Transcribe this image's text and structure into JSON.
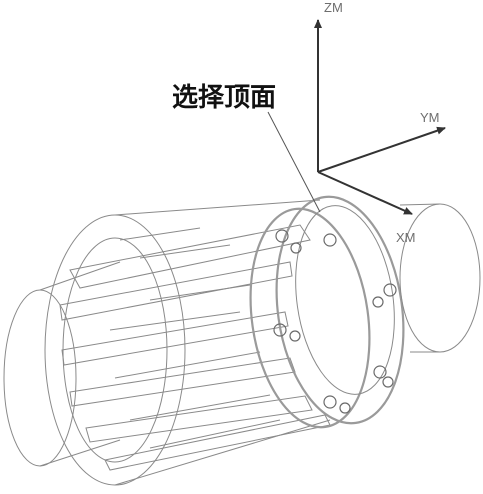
{
  "callout": {
    "text": "选择顶面"
  },
  "axes": {
    "z": "ZM",
    "y": "YM",
    "x": "XM"
  },
  "colors": {
    "wire": "#8a8a8a",
    "axis": "#333333",
    "face": "#9a9a9a",
    "text": "#111111"
  }
}
